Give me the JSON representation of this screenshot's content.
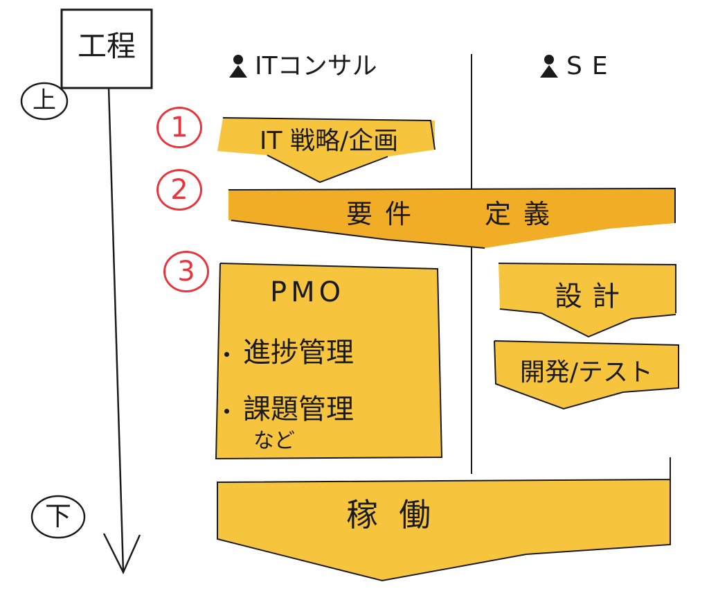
{
  "process": {
    "title": "工程",
    "top": "上",
    "bottom": "下"
  },
  "columns": {
    "consultant": {
      "label": "ITコンサル",
      "icon": "person-icon"
    },
    "se": {
      "label": "SE",
      "icon": "person-icon"
    }
  },
  "steps": {
    "step1": {
      "number": "1",
      "label": "IT 戦略/企画"
    },
    "step2": {
      "number": "2",
      "label_left": "要件",
      "label_right": "定義"
    },
    "step3": {
      "number": "3",
      "pmo_title": "PMO",
      "pmo_items": [
        "進捗管理",
        "課題管理"
      ],
      "pmo_etc": "など",
      "design": "設計",
      "dev_test": "開発/テスト"
    },
    "operation": {
      "label": "稼働"
    }
  },
  "colors": {
    "fill": "#f7c53d",
    "fill_dark": "#f2ad26",
    "stroke": "#1a1a1a",
    "accent_red": "#e8343c"
  }
}
